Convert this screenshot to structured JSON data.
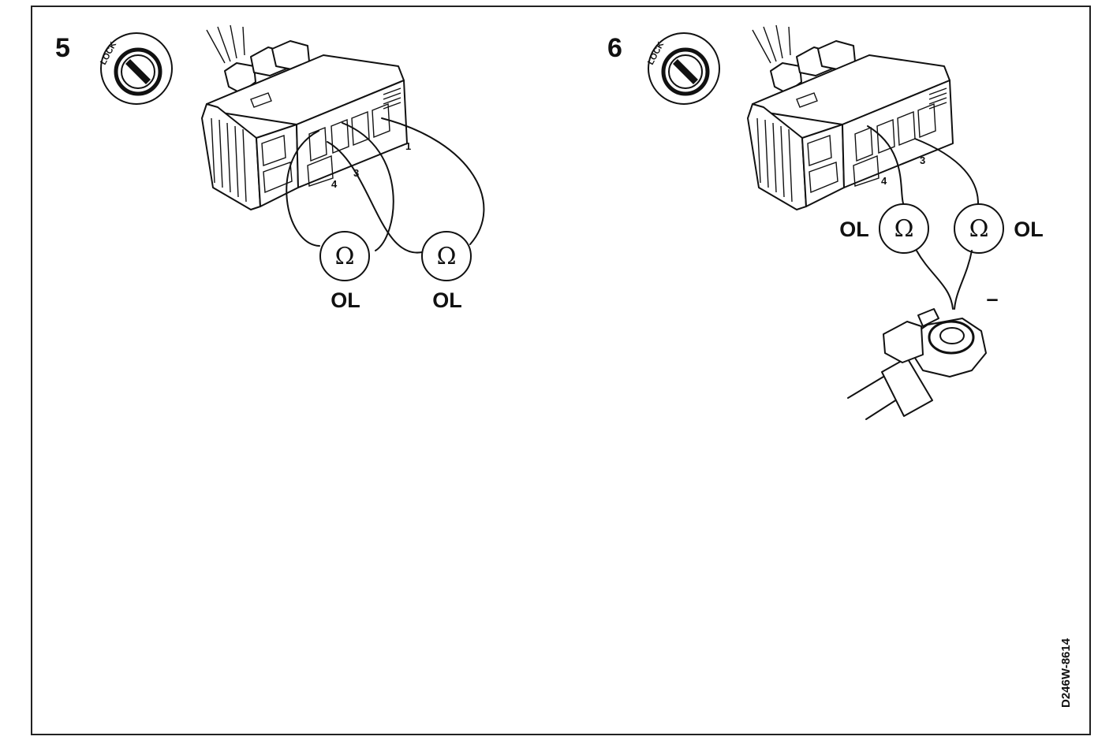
{
  "panels": [
    {
      "step": "5",
      "lock_label": "LOCK",
      "pins": [
        "4",
        "3",
        "1"
      ],
      "meters": [
        {
          "symbol": "Ω",
          "reading": "OL"
        },
        {
          "symbol": "Ω",
          "reading": "OL"
        }
      ]
    },
    {
      "step": "6",
      "lock_label": "LOCK",
      "pins": [
        "4",
        "3"
      ],
      "meters": [
        {
          "symbol": "Ω",
          "reading": "OL"
        },
        {
          "symbol": "Ω",
          "reading": "OL"
        }
      ],
      "ground_sign": "–"
    }
  ],
  "figure_id": "D246W-8614"
}
